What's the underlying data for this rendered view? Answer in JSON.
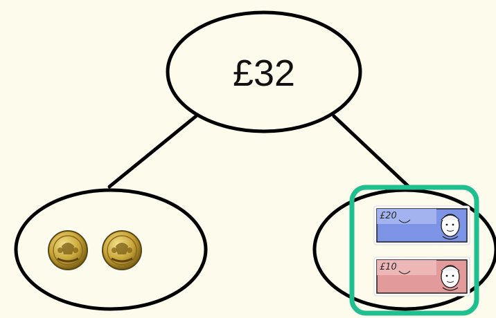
{
  "whole": {
    "value_text": "£32"
  },
  "part_left": {
    "items": [
      {
        "type": "coin",
        "value": 1,
        "icon": "pound-coin-icon"
      },
      {
        "type": "coin",
        "value": 1,
        "icon": "pound-coin-icon"
      }
    ]
  },
  "part_right": {
    "selected": true,
    "items": [
      {
        "type": "note",
        "label": "£20",
        "value": 20,
        "icon": "twenty-pound-note-icon"
      },
      {
        "type": "note",
        "label": "£10",
        "value": 10,
        "icon": "ten-pound-note-icon"
      }
    ]
  },
  "colors": {
    "background": "#fdfbec",
    "outline": "#000000",
    "selection": "#1fbf8f",
    "note_20": "#7c93e6",
    "note_10": "#e39a9a",
    "coin_gold": "#c9a63a"
  }
}
